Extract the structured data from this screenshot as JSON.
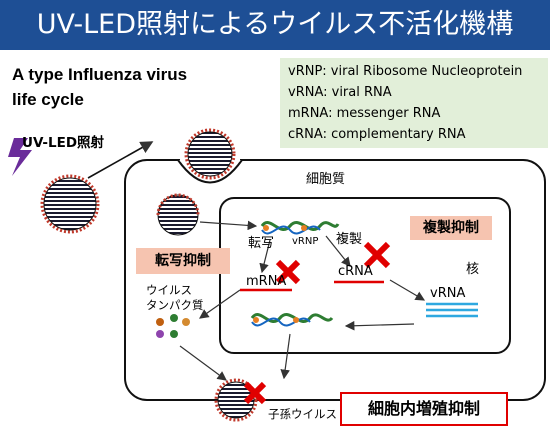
{
  "header": {
    "title": "UV-LED照射によるウイルス不活化機構"
  },
  "subtitle": {
    "line1": "A type Influenza virus",
    "line2": "life cycle"
  },
  "legend": [
    "vRNP: viral Ribosome Nucleoprotein",
    "vRNA: viral RNA",
    "mRNA: messenger RNA",
    "cRNA: complementary RNA"
  ],
  "uv_label": "UV-LED照射",
  "labels": {
    "cytoplasm": "細胞質",
    "nucleus": "核",
    "transcription": "転写",
    "vrnp": "vRNP",
    "replication": "複製",
    "mrna": "mRNA",
    "crna": "cRNA",
    "vrna": "vRNA",
    "viral_protein_1": "ウイルス",
    "viral_protein_2": "タンパク質",
    "progeny_virus": "子孫ウイルス"
  },
  "inhibition": {
    "replication": "複製抑制",
    "transcription": "転写抑制",
    "proliferation": "細胞内増殖抑制"
  },
  "colors": {
    "title_bg": "#1e4f95",
    "legend_bg": "#e2efd9",
    "inhibit_box": "#f6c4b0",
    "cross": "#e00000",
    "rna_underline": "#e00000",
    "vrna_lines": "#2ea8e0",
    "uv_bolt": "#6a2c9a"
  }
}
